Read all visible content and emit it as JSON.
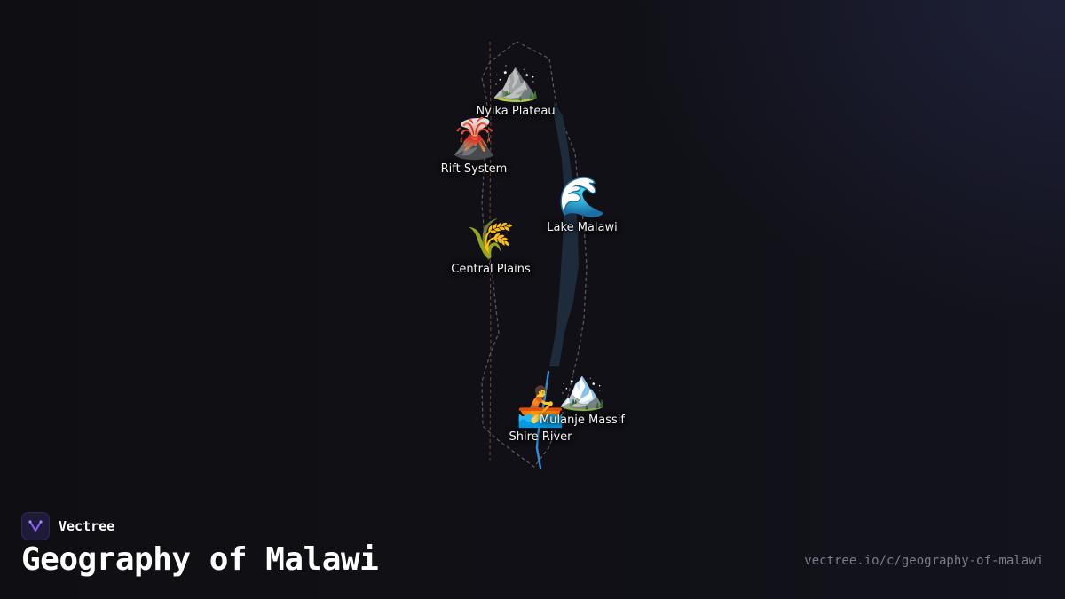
{
  "map": {
    "markers": [
      {
        "id": "nyika",
        "icon": "⛰️",
        "icon_name": "mountain-icon",
        "label": "Nyika Plateau"
      },
      {
        "id": "rift",
        "icon": "🌋",
        "icon_name": "volcano-icon",
        "label": "Rift System"
      },
      {
        "id": "lake",
        "icon": "🌊",
        "icon_name": "wave-icon",
        "label": "Lake Malawi"
      },
      {
        "id": "plains",
        "icon": "🌾",
        "icon_name": "grain-icon",
        "label": "Central Plains"
      },
      {
        "id": "mulanje",
        "icon": "🏔️",
        "icon_name": "snow-mountain-icon",
        "label": "Mulanje Massif"
      },
      {
        "id": "shire",
        "icon": "🚣",
        "icon_name": "rowboat-icon",
        "label": "Shire River"
      }
    ],
    "colors": {
      "border": "#5a5a62",
      "rift_line": "#6a3a30",
      "lake": "#1d2b3a",
      "river": "#2f8fd6"
    }
  },
  "footer": {
    "brand": "Vectree",
    "title": "Geography of Malawi",
    "url": "vectree.io/c/geography-of-malawi"
  }
}
